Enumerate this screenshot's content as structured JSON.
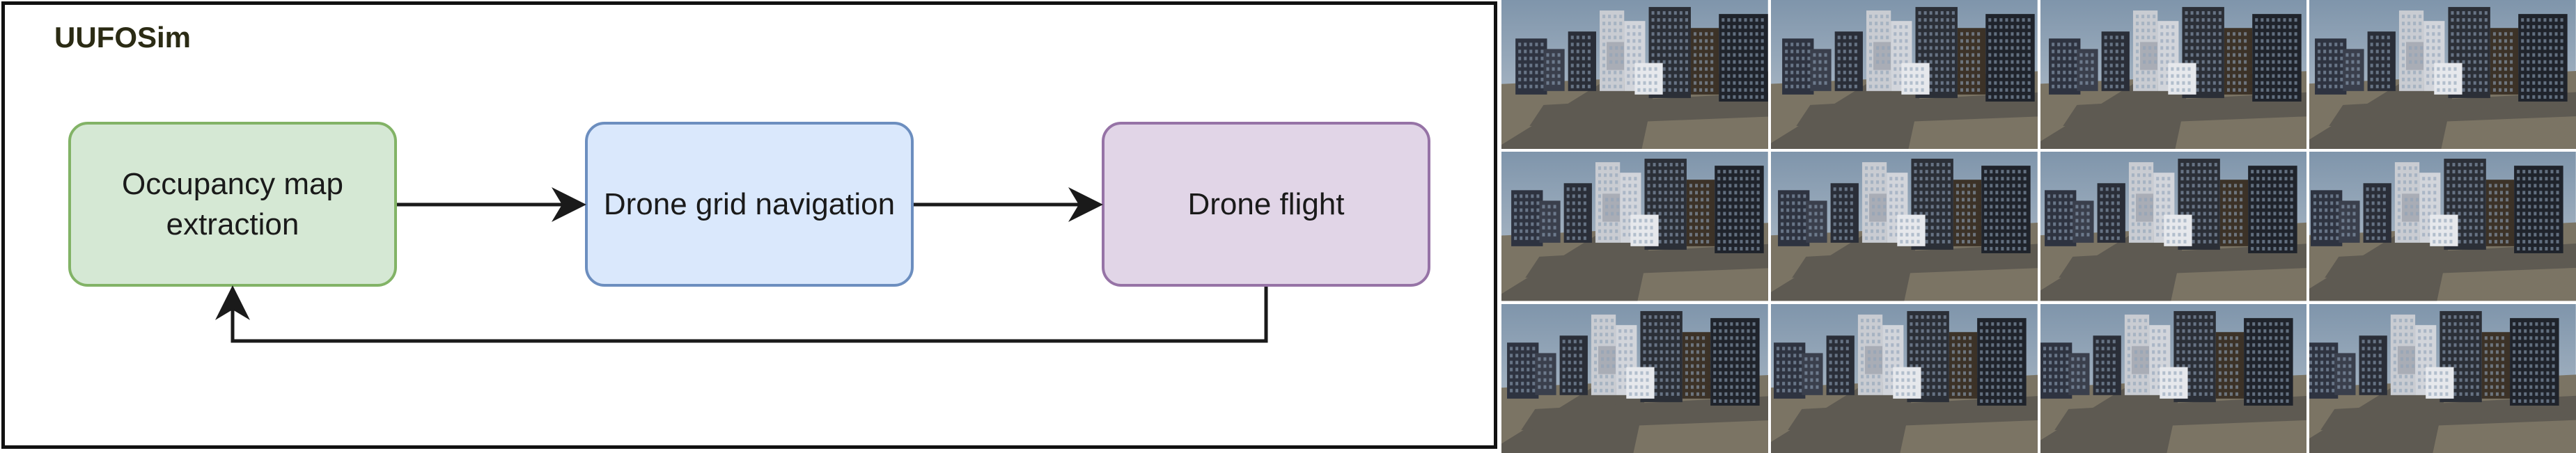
{
  "diagram": {
    "title": "UUFOSim",
    "nodes": [
      {
        "id": "occupancy",
        "lines": [
          "Occupancy map",
          "extraction"
        ],
        "fill": "#d5e8d4",
        "stroke": "#82b366"
      },
      {
        "id": "navigation",
        "lines": [
          "Drone grid navigation"
        ],
        "fill": "#dae8fc",
        "stroke": "#6c8ebf"
      },
      {
        "id": "flight",
        "lines": [
          "Drone flight"
        ],
        "fill": "#e1d5e7",
        "stroke": "#9673a6"
      }
    ],
    "edges": [
      {
        "from": "occupancy",
        "to": "navigation"
      },
      {
        "from": "navigation",
        "to": "flight"
      },
      {
        "from": "flight",
        "to": "occupancy"
      }
    ]
  },
  "image_grid": {
    "rows": 3,
    "columns": 4,
    "description_icon": "city-drone-frame-icon"
  },
  "colors": {
    "frame": "#111111",
    "arrow": "#1a1a1a",
    "sky": "#b9c4cf",
    "road": "#5e5a52"
  }
}
